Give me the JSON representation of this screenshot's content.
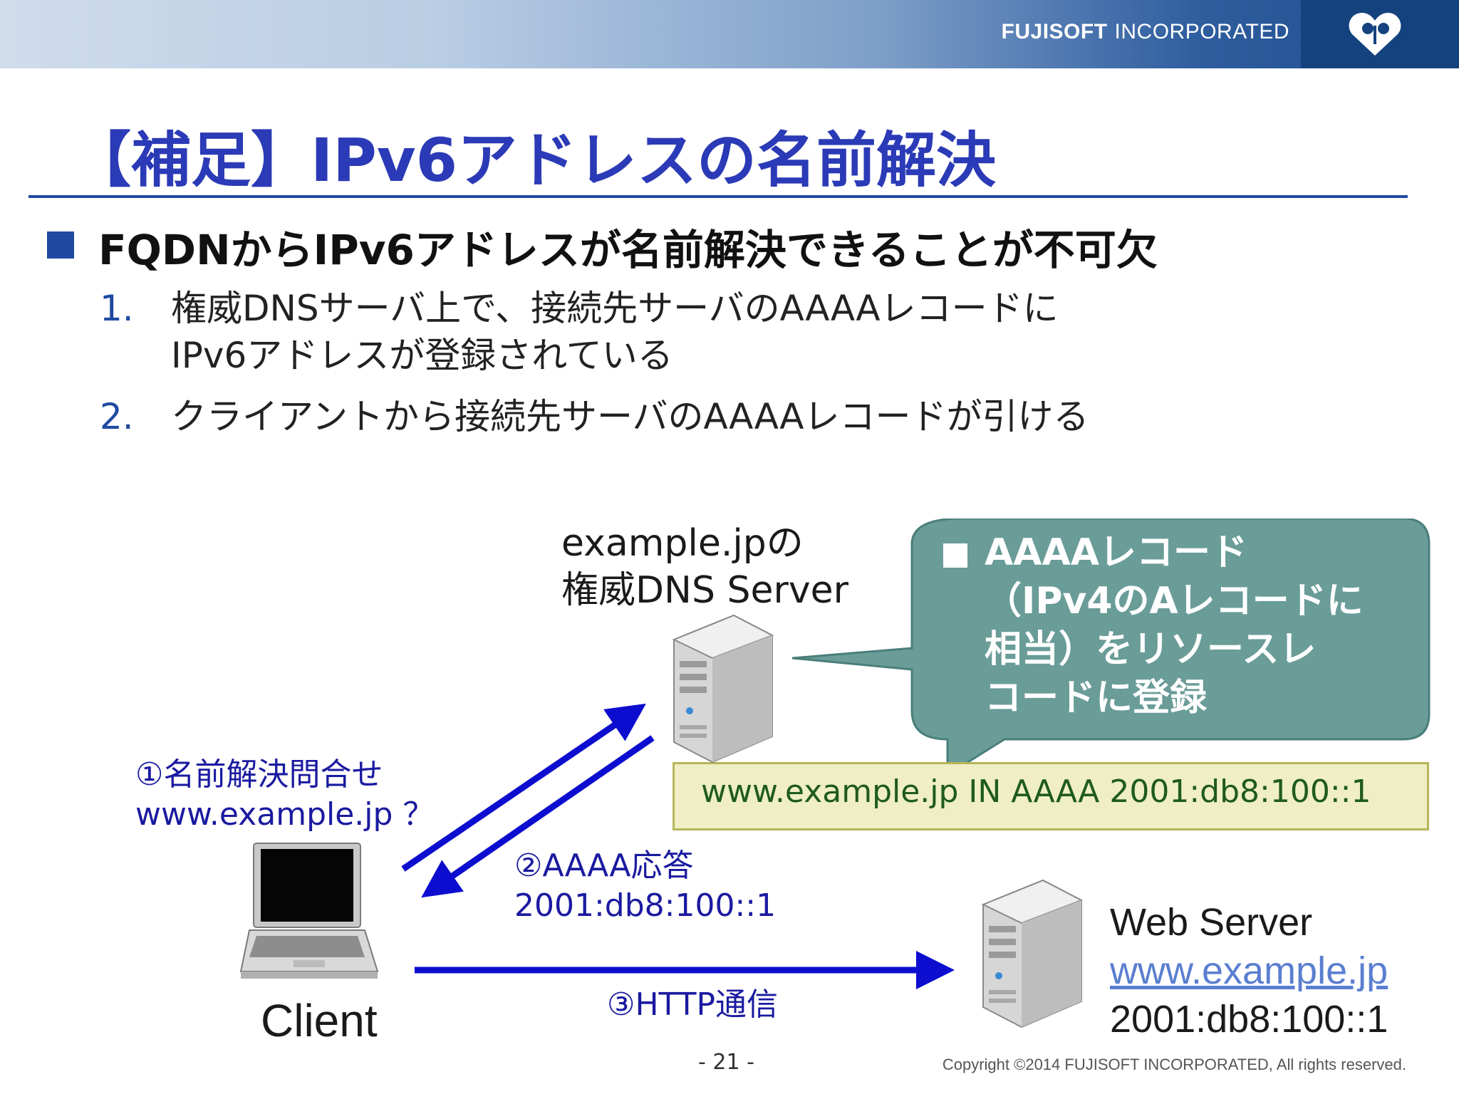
{
  "header": {
    "company_bold": "FUJISOFT",
    "company_rest": "INCORPORATED"
  },
  "title": "【補足】IPv6アドレスの名前解決",
  "bullet": {
    "heading": "FQDNからIPv6アドレスが名前解決できることが不可欠",
    "steps": [
      {
        "num": "1.",
        "lines": [
          "権威DNSサーバ上で、接続先サーバのAAAAレコードに",
          "IPv6アドレスが登録されている"
        ]
      },
      {
        "num": "2.",
        "lines": [
          "クライアントから接続先サーバのAAAAレコードが引ける"
        ]
      }
    ]
  },
  "diagram": {
    "dns_server": {
      "line1": "example.jpの",
      "line2": "権威DNS Server"
    },
    "callout": {
      "lines": [
        "AAAAレコード",
        "（IPv4のAレコードに",
        "相当）をリソースレ",
        "コードに登録"
      ]
    },
    "record": "www.example.jp IN AAAA 2001:db8:100::1",
    "query": {
      "line1": "①名前解決問合せ",
      "line2": "www.example.jp ？"
    },
    "answer": {
      "line1": "②AAAA応答",
      "line2": "2001:db8:100::1"
    },
    "http": "③HTTP通信",
    "client_label": "Client",
    "web_server": {
      "line1": "Web Server",
      "link": "www.example.jp",
      "addr": "2001:db8:100::1"
    },
    "colors": {
      "arrow": "#0d0dd0",
      "callout_fill": "#6a9c98",
      "record_fill": "#efeec4",
      "title": "#2b3ab6"
    }
  },
  "footer": {
    "page": "- 21 -",
    "copyright": "Copyright ©2014 FUJISOFT INCORPORATED, All rights reserved."
  }
}
